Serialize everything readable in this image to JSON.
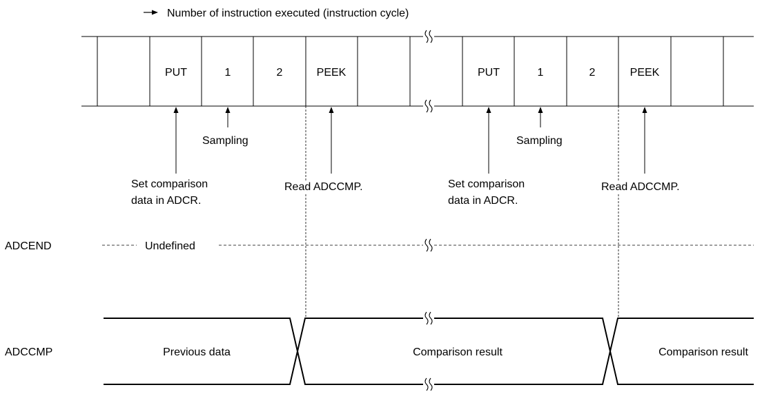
{
  "header": {
    "arrow_icon": "right-arrow-icon",
    "caption": "Number of instruction executed (instruction cycle)"
  },
  "cells_left": [
    "",
    "PUT",
    "1",
    "2",
    "PEEK",
    "",
    ""
  ],
  "cells_right": [
    "PUT",
    "1",
    "2",
    "PEEK",
    "",
    ""
  ],
  "annotations": {
    "sampling_left": "Sampling",
    "sampling_right": "Sampling",
    "set_left_line1": "Set comparison",
    "set_left_line2": "data in ADCR.",
    "set_right_line1": "Set comparison",
    "set_right_line2": "data in ADCR.",
    "read_left": "Read ADCCMP.",
    "read_right": "Read ADCCMP."
  },
  "signals": {
    "adcend_label": "ADCEND",
    "adcend_state": "Undefined",
    "adccmp_label": "ADCCMP",
    "adccmp_previous": "Previous data",
    "adccmp_result_1": "Comparison result",
    "adccmp_result_2": "Comparison result"
  }
}
